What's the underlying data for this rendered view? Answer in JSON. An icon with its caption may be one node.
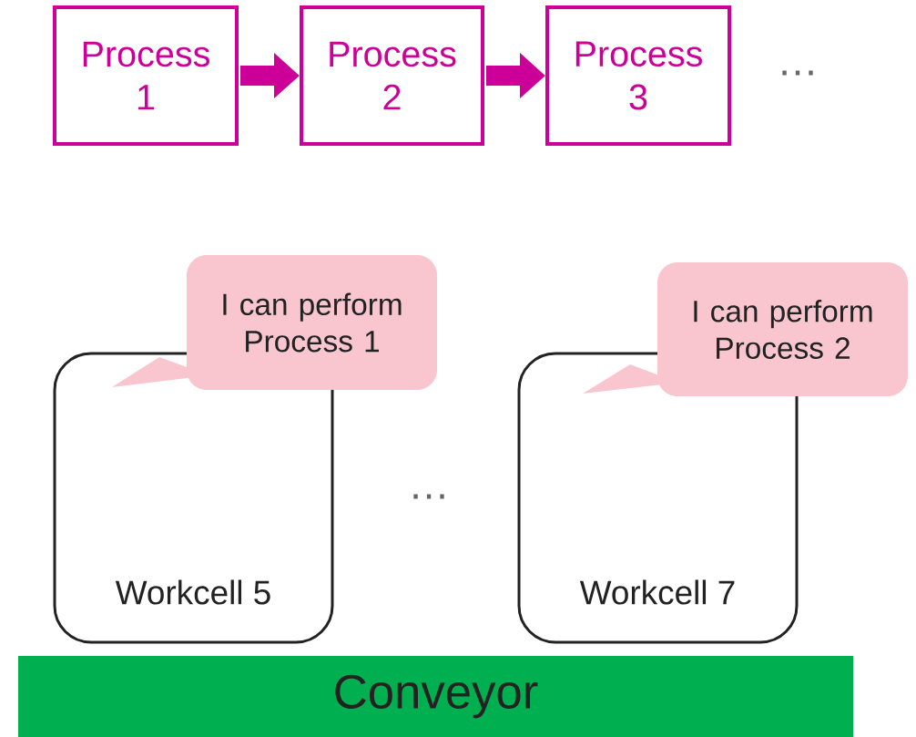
{
  "diagram": {
    "nodes": [
      {
        "text": [
          "Process 1"
        ]
      },
      {
        "text": [
          "Process 2"
        ]
      },
      {
        "text": [
          "Process 3"
        ]
      },
      {
        "text": [
          "I can perform Process 1"
        ]
      },
      {
        "text": [
          "Workcell 5"
        ]
      },
      {
        "text": [
          "I can perform Process 2"
        ]
      },
      {
        "text": [
          "Workcell 7"
        ]
      },
      {
        "text": [
          "Conveyor"
        ]
      }
    ],
    "edges": [
      {
        "from": 0,
        "to": 1,
        "arrow": "to"
      },
      {
        "from": 1,
        "to": 2,
        "arrow": "to"
      }
    ],
    "labels": [
      "…",
      "…"
    ]
  }
}
